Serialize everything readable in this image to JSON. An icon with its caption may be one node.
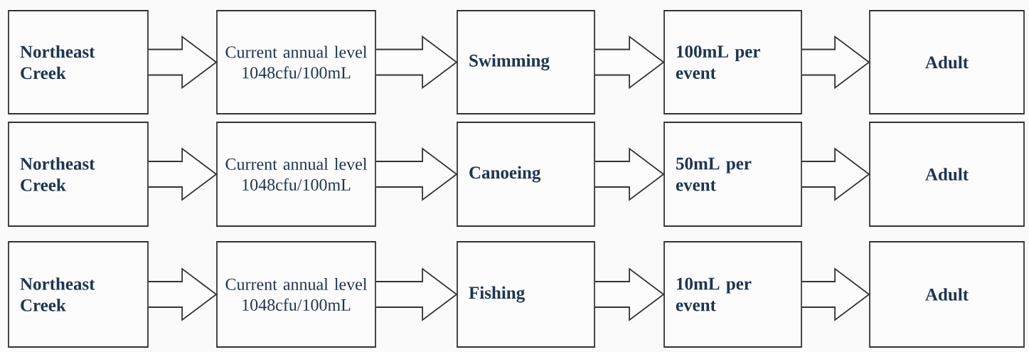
{
  "diagram": {
    "nodes": [
      {
        "text": [
          "Northeast Creek"
        ]
      },
      {
        "text": [
          "Current annual level 1048cfu/100mL"
        ]
      },
      {
        "text": [
          "Swimming"
        ]
      },
      {
        "text": [
          "100mL per event"
        ]
      },
      {
        "text": [
          "Adult"
        ]
      },
      {
        "text": [
          "Northeast Creek"
        ]
      },
      {
        "text": [
          "Current annual level 1048cfu/100mL"
        ]
      },
      {
        "text": [
          "Canoeing"
        ]
      },
      {
        "text": [
          "50mL per event"
        ]
      },
      {
        "text": [
          "Adult"
        ]
      },
      {
        "text": [
          "Northeast Creek"
        ]
      },
      {
        "text": [
          "Current annual level 1048cfu/100mL"
        ]
      },
      {
        "text": [
          "Fishing"
        ]
      },
      {
        "text": [
          "10mL per event"
        ]
      },
      {
        "text": [
          "Adult"
        ]
      }
    ],
    "edges": [
      {
        "from": 0,
        "to": 1,
        "arrow": "to"
      },
      {
        "from": 1,
        "to": 2,
        "arrow": "to"
      },
      {
        "from": 2,
        "to": 3,
        "arrow": "to"
      },
      {
        "from": 3,
        "to": 4,
        "arrow": "to"
      },
      {
        "from": 5,
        "to": 6,
        "arrow": "to"
      },
      {
        "from": 6,
        "to": 7,
        "arrow": "to"
      },
      {
        "from": 7,
        "to": 8,
        "arrow": "to"
      },
      {
        "from": 8,
        "to": 9,
        "arrow": "to"
      },
      {
        "from": 10,
        "to": 11,
        "arrow": "to"
      },
      {
        "from": 11,
        "to": 12,
        "arrow": "to"
      },
      {
        "from": 12,
        "to": 13,
        "arrow": "to"
      },
      {
        "from": 13,
        "to": 14,
        "arrow": "to"
      }
    ]
  }
}
